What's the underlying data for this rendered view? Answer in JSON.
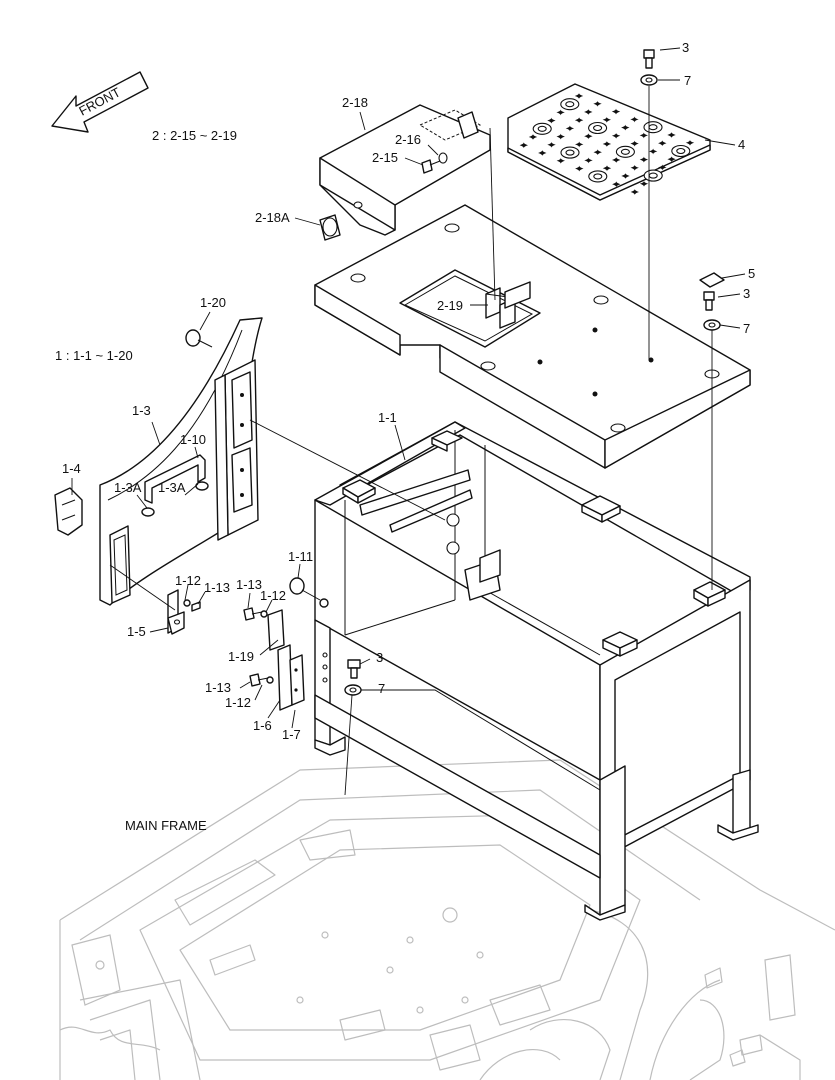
{
  "front_arrow": {
    "text": "FRONT"
  },
  "groups": {
    "group2": "2 : 2-15 ~ 2-19",
    "group1": "1 : 1-1 ~ 1-20"
  },
  "frame_label": "MAIN FRAME",
  "callouts": {
    "p3_top": "3",
    "p7_top": "7",
    "p4": "4",
    "p5": "5",
    "p3_mid": "3",
    "p7_mid": "7",
    "p2_18": "2-18",
    "p2_16": "2-16",
    "p2_15": "2-15",
    "p2_18A": "2-18A",
    "p2_19": "2-19",
    "p1_20": "1-20",
    "p1_1": "1-1",
    "p1_3": "1-3",
    "p1_10": "1-10",
    "p1_3A_a": "1-3A",
    "p1_3A_b": "1-3A",
    "p1_4": "1-4",
    "p1_11": "1-11",
    "p1_12_a": "1-12",
    "p1_13_a": "1-13",
    "p1_13_b": "1-13",
    "p1_12_b": "1-12",
    "p1_5": "1-5",
    "p1_19": "1-19",
    "p3_low": "3",
    "p7_low": "7",
    "p1_13_c": "1-13",
    "p1_12_c": "1-12",
    "p1_6": "1-6",
    "p1_7": "1-7"
  }
}
